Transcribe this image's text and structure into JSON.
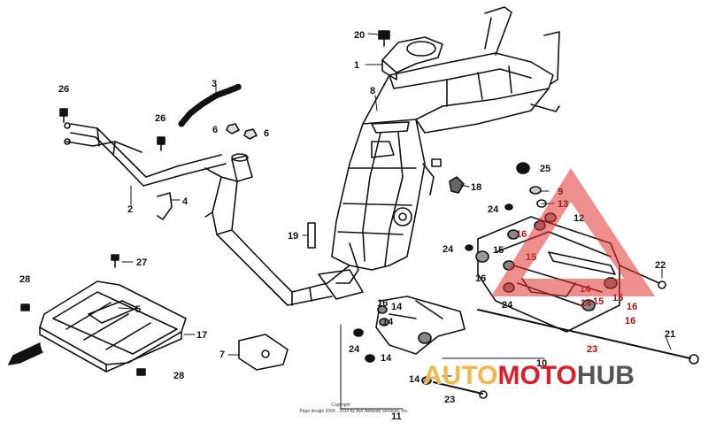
{
  "callouts": {
    "c1": "1",
    "c2": "2",
    "c3": "3",
    "c4": "4",
    "c5": "5",
    "c6a": "6",
    "c6b": "6",
    "c7": "7",
    "c8": "8",
    "c9": "9",
    "c10": "10",
    "c11": "11",
    "c12": "12",
    "c13": "13",
    "c14a": "14",
    "c14b": "14",
    "c14c": "14",
    "c14d": "14",
    "c14e": "14",
    "c14f": "14",
    "c15a": "15",
    "c15b": "15",
    "c15c": "15",
    "c15d": "15",
    "c16a": "16",
    "c16b": "16",
    "c16c": "16",
    "c16d": "16",
    "c16e": "16",
    "c17": "17",
    "c18": "18",
    "c19": "19",
    "c20": "20",
    "c21": "21",
    "c22": "22",
    "c23a": "23",
    "c23b": "23",
    "c24a": "24",
    "c24b": "24",
    "c24c": "24",
    "c24d": "24",
    "c25": "25",
    "c26a": "26",
    "c26b": "26",
    "c27": "27",
    "c28a": "28",
    "c28b": "28"
  },
  "footer": {
    "line1": "Copyright",
    "line2": "Page design 2004 - 2014 by ARI Network Services, Inc."
  },
  "watermark": {
    "part1": "AUTO",
    "part2": "MOTO",
    "part3": "HUB",
    "triangle_color": "#e0312f"
  }
}
